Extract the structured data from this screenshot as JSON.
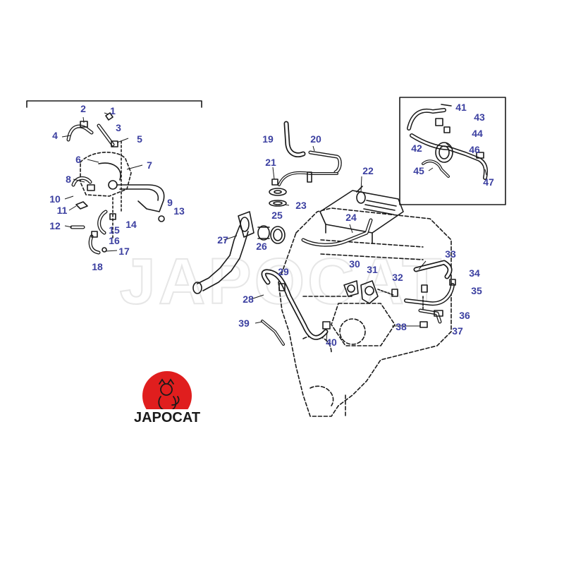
{
  "watermark": "JAPOCAT",
  "logo": {
    "text": "JAPOCAT",
    "circle_color": "#e01e1e",
    "text_color": "#1a1a1a",
    "icon": "cat-silhouette-icon"
  },
  "label_color": "#3b3fa0",
  "line_color": "#1a1a1a",
  "callouts": [
    "1",
    "2",
    "3",
    "4",
    "5",
    "6",
    "7",
    "8",
    "9",
    "10",
    "11",
    "12",
    "13",
    "14",
    "15",
    "16",
    "17",
    "18",
    "19",
    "20",
    "21",
    "22",
    "23",
    "24",
    "25",
    "26",
    "27",
    "28",
    "29",
    "30",
    "31",
    "32",
    "33",
    "34",
    "35",
    "36",
    "37",
    "38",
    "39",
    "40",
    "41",
    "42",
    "43",
    "44",
    "45",
    "46",
    "47"
  ]
}
